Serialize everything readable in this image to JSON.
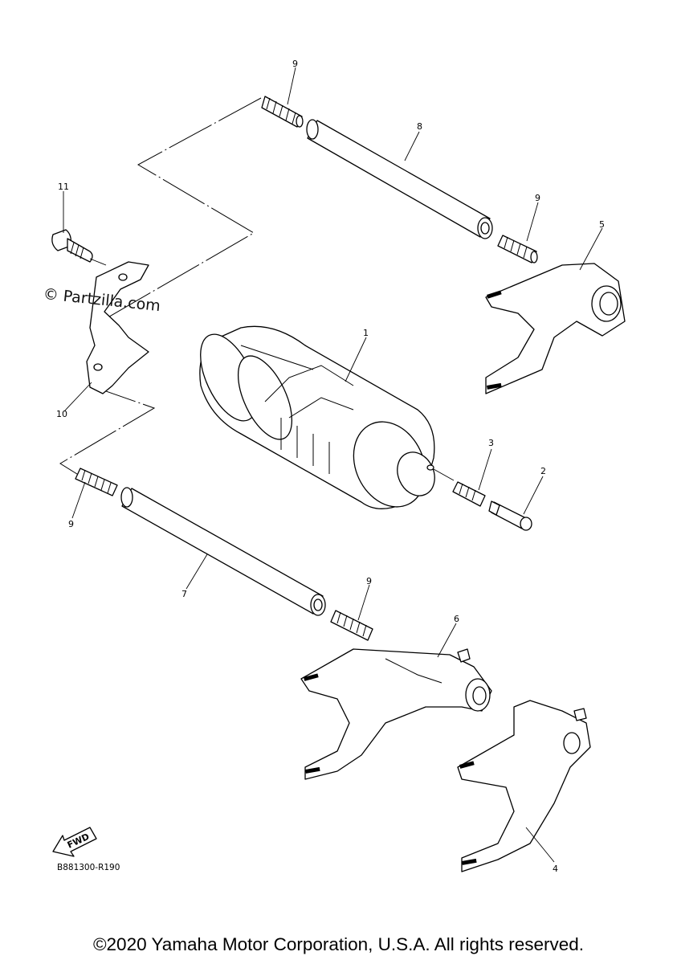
{
  "diagram": {
    "watermark": "© Partzilla.com",
    "reference_code": "B881300-R190",
    "fwd_label": "FWD",
    "copyright": "©2020 Yamaha Motor Corporation, U.S.A. All rights reserved.",
    "callouts": {
      "c1": "1",
      "c2": "2",
      "c3": "3",
      "c4": "4",
      "c5": "5",
      "c6": "6",
      "c7": "7",
      "c8": "8",
      "c9_top": "9",
      "c9_right": "9",
      "c9_left": "9",
      "c9_lower": "9",
      "c10": "10",
      "c11": "11"
    }
  }
}
